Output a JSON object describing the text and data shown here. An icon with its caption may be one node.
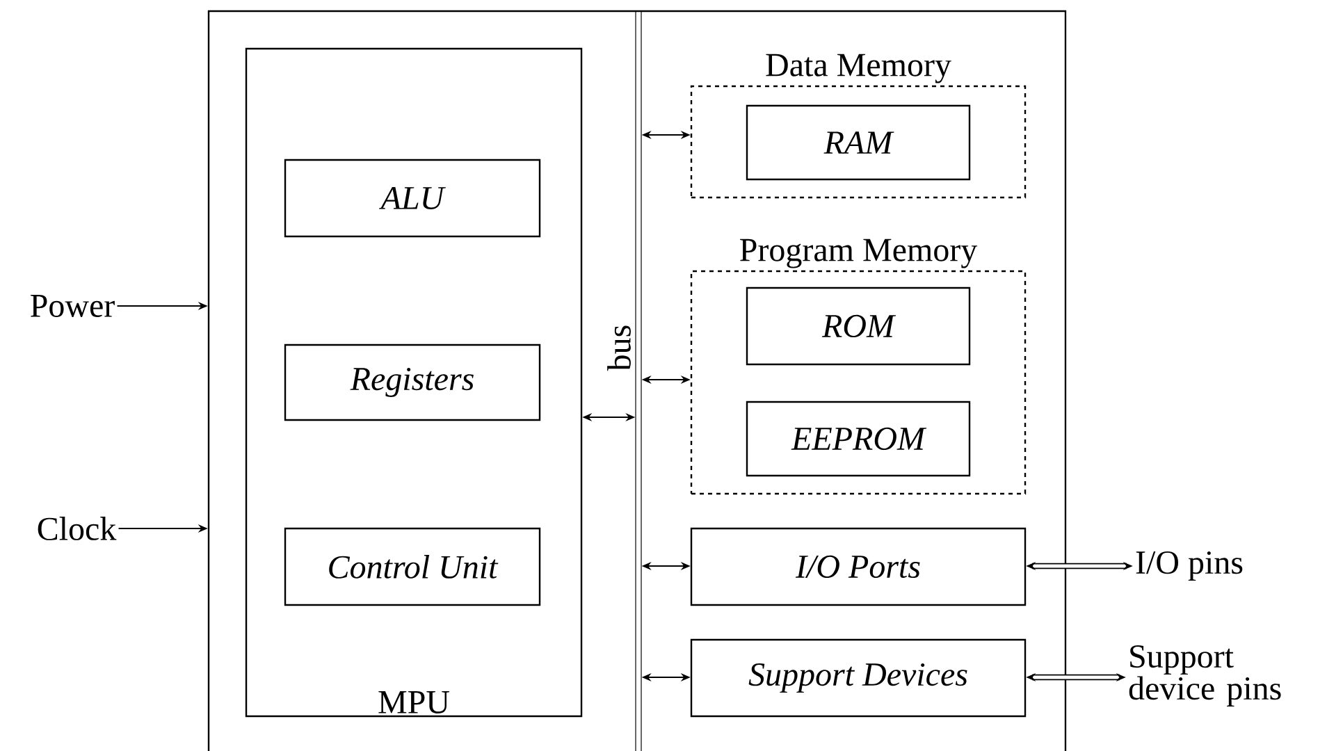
{
  "diagram": {
    "nodes": [
      {
        "text": [],
        "shape": "box"
      },
      {
        "text": [
          "MPU"
        ],
        "in": 0
      },
      {
        "text": [
          "ALU"
        ],
        "in": 1
      },
      {
        "text": [
          "Registers"
        ],
        "in": 1
      },
      {
        "text": [
          "Control Unit"
        ],
        "in": 1
      },
      {
        "text": [],
        "shape": "bar",
        "beside": [
          "bus"
        ],
        "in": 0
      },
      {
        "text": [
          "Data Memory"
        ],
        "in": 0
      },
      {
        "text": [
          "RAM"
        ],
        "in": 6
      },
      {
        "text": [
          "Program Memory"
        ],
        "in": 0
      },
      {
        "text": [
          "ROM"
        ],
        "in": 8
      },
      {
        "text": [
          "EEPROM"
        ],
        "in": 8
      },
      {
        "text": [
          "I/O Ports"
        ],
        "in": 0
      },
      {
        "text": [
          "Support Devices"
        ],
        "in": 0
      },
      {
        "text": [
          "Power"
        ]
      },
      {
        "text": [
          "Clock"
        ]
      },
      {
        "text": [
          "I/O pins"
        ]
      },
      {
        "text": [
          "Support device pins"
        ]
      }
    ],
    "edges": [
      {
        "from": 13,
        "to": 0,
        "arrow": "to"
      },
      {
        "from": 14,
        "to": 0,
        "arrow": "to"
      },
      {
        "from": 1,
        "to": 5,
        "arrow": "both"
      },
      {
        "from": 5,
        "to": 6,
        "arrow": "both"
      },
      {
        "from": 5,
        "to": 8,
        "arrow": "both"
      },
      {
        "from": 5,
        "to": 11,
        "arrow": "both"
      },
      {
        "from": 5,
        "to": 12,
        "arrow": "both"
      },
      {
        "from": 11,
        "to": 15,
        "arrow": "both",
        "style": "thick"
      },
      {
        "from": 12,
        "to": 16,
        "arrow": "both",
        "style": "thick"
      }
    ]
  }
}
